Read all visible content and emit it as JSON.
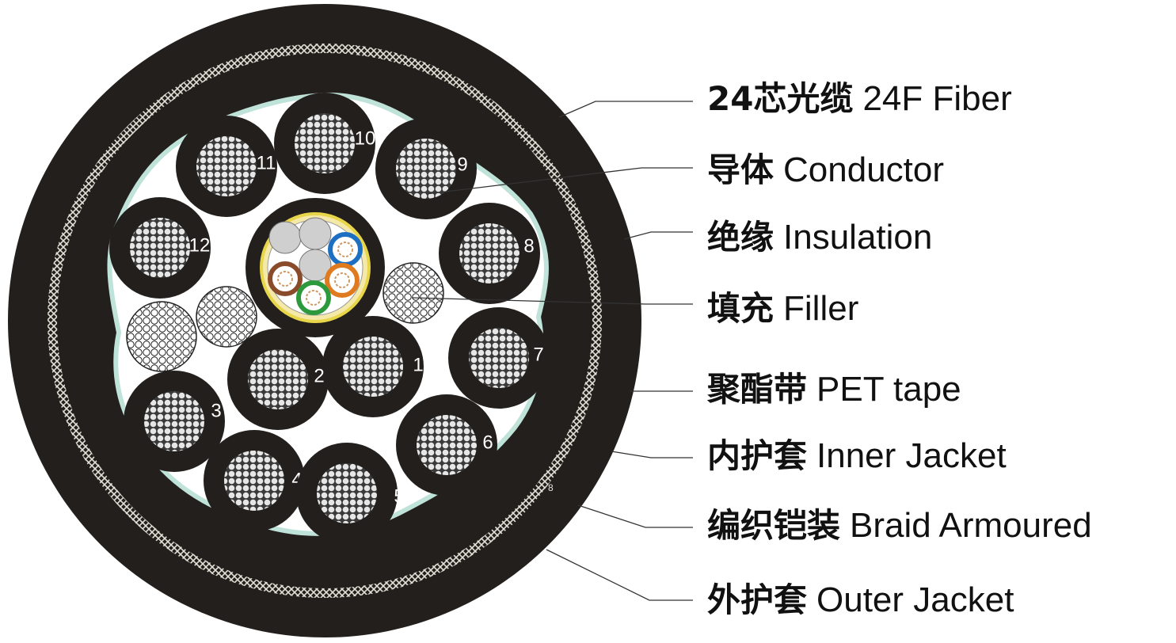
{
  "callouts": [
    {
      "cn": "24芯光缆",
      "en": "24F Fiber"
    },
    {
      "cn": "导体",
      "en": "Conductor"
    },
    {
      "cn": "绝缘",
      "en": "Insulation"
    },
    {
      "cn": "填充",
      "en": "Filler"
    },
    {
      "cn": "聚酯带",
      "en": "PET tape"
    },
    {
      "cn": "内护套",
      "en": "Inner Jacket"
    },
    {
      "cn": "编织铠装",
      "en": "Braid Armoured"
    },
    {
      "cn": "外护套",
      "en": "Outer Jacket"
    }
  ],
  "core_numbers": [
    "1",
    "2",
    "3",
    "4",
    "5",
    "6",
    "7",
    "8",
    "9",
    "10",
    "11",
    "12"
  ],
  "print_mark": "8",
  "colors": {
    "jacket": "#231f1c",
    "braid": "#d9d4cc",
    "pet_tape": "#bfe3d9",
    "filler": "#ffffff",
    "conductor": "#bdbdbd",
    "fiber_tube_yellow": "#e8d64a",
    "fiber_blue": "#1d6fc2",
    "fiber_orange": "#e07a1f",
    "fiber_green": "#2c9a3c",
    "fiber_brown": "#8a4b2a"
  }
}
